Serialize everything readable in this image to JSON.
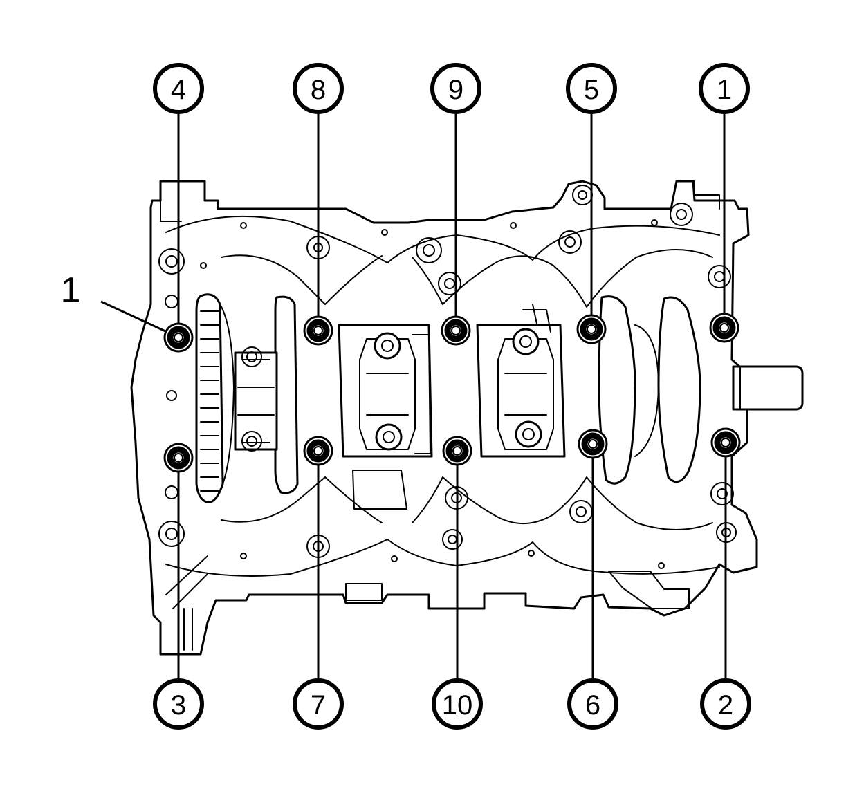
{
  "diagram": {
    "reference_label": "1",
    "callouts": [
      {
        "id": "c4",
        "number": "4"
      },
      {
        "id": "c8",
        "number": "8"
      },
      {
        "id": "c9",
        "number": "9"
      },
      {
        "id": "c5",
        "number": "5"
      },
      {
        "id": "c1",
        "number": "1"
      },
      {
        "id": "c3",
        "number": "3"
      },
      {
        "id": "c7",
        "number": "7"
      },
      {
        "id": "c10",
        "number": "10"
      },
      {
        "id": "c6",
        "number": "6"
      },
      {
        "id": "c2",
        "number": "2"
      }
    ]
  }
}
